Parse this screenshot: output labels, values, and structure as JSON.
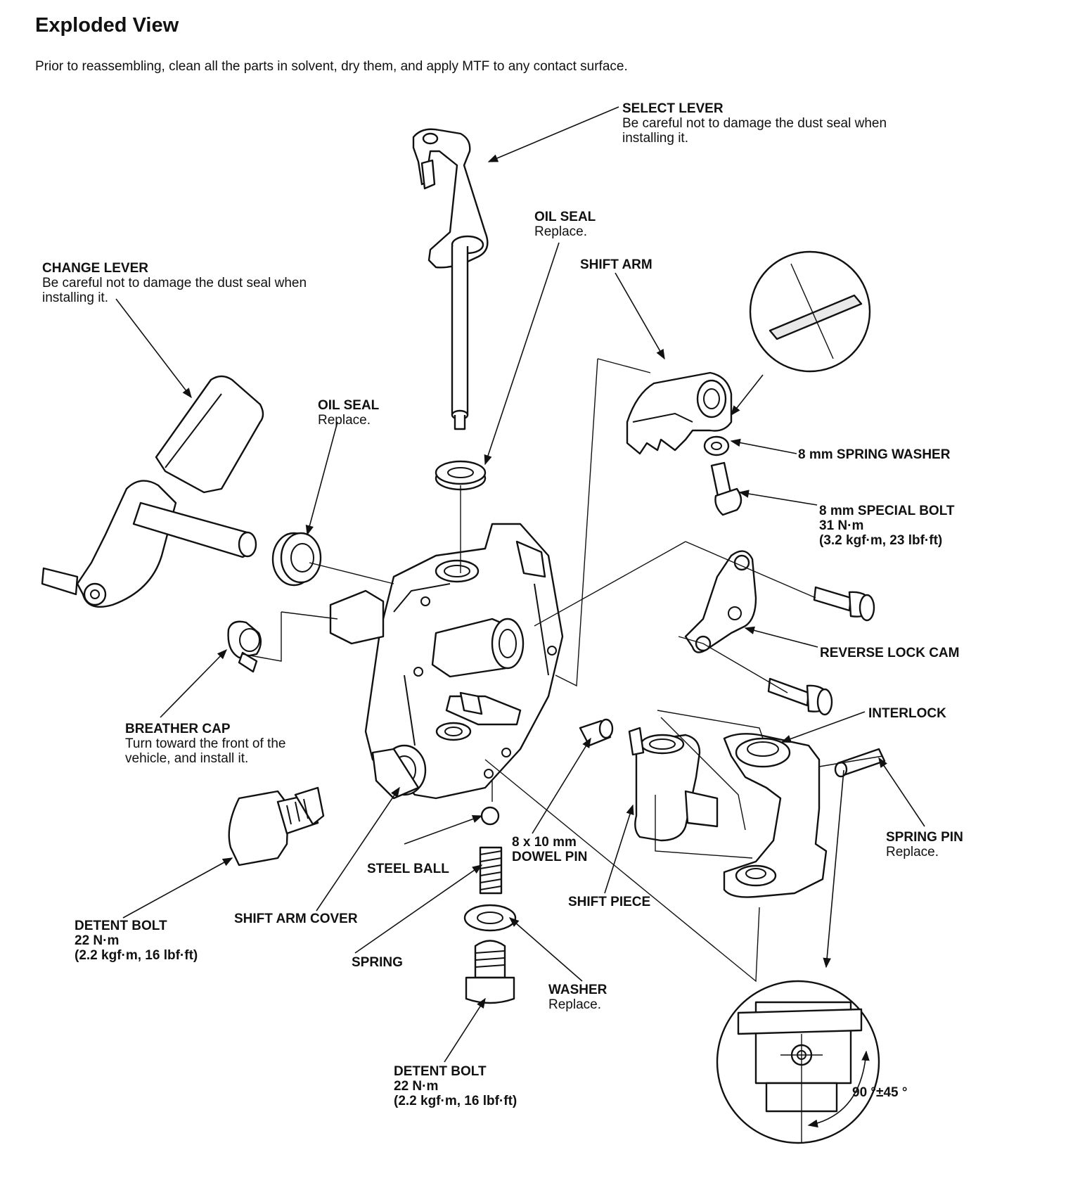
{
  "title": "Exploded View",
  "intro": "Prior to reassembling, clean all the parts in solvent, dry them, and apply MTF to any contact surface.",
  "labels": {
    "select_lever": {
      "title": "SELECT LEVER",
      "note": "Be careful not to damage the dust seal when installing it."
    },
    "oil_seal_top": {
      "title": "OIL SEAL",
      "note": "Replace."
    },
    "shift_arm": {
      "title": "SHIFT ARM"
    },
    "change_lever": {
      "title": "CHANGE LEVER",
      "note": "Be careful not to damage the dust seal when installing it."
    },
    "oil_seal_left": {
      "title": "OIL SEAL",
      "note": "Replace."
    },
    "spring_washer": {
      "title": "8 mm SPRING WASHER"
    },
    "special_bolt": {
      "title": "8 mm SPECIAL BOLT",
      "torque_nm": "31 N·m",
      "torque_other": "(3.2 kgf·m, 23 lbf·ft)"
    },
    "reverse_lock_cam": {
      "title": "REVERSE LOCK CAM"
    },
    "breather_cap": {
      "title": "BREATHER CAP",
      "note": "Turn toward the front of the vehicle, and install it."
    },
    "interlock": {
      "title": "INTERLOCK"
    },
    "spring_pin": {
      "title": "SPRING PIN",
      "note": "Replace."
    },
    "dowel_pin": {
      "title": "8 x 10 mm",
      "title2": "DOWEL PIN"
    },
    "steel_ball": {
      "title": "STEEL BALL"
    },
    "shift_piece": {
      "title": "SHIFT PIECE"
    },
    "detent_bolt_left": {
      "title": "DETENT BOLT",
      "torque_nm": "22 N·m",
      "torque_other": "(2.2 kgf·m, 16 lbf·ft)"
    },
    "shift_arm_cover": {
      "title": "SHIFT ARM COVER"
    },
    "spring": {
      "title": "SPRING"
    },
    "washer": {
      "title": "WASHER",
      "note": "Replace."
    },
    "detent_bolt_bottom": {
      "title": "DETENT BOLT",
      "torque_nm": "22 N·m",
      "torque_other": "(2.2 kgf·m, 16 lbf·ft)"
    },
    "angle_spec": {
      "text": "90 °±45 °"
    }
  }
}
